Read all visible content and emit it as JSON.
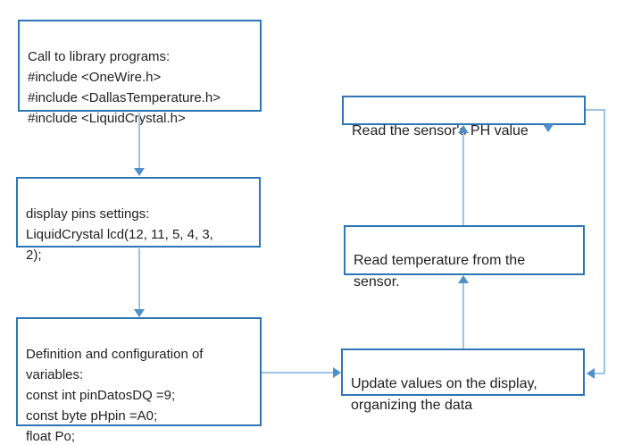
{
  "colors": {
    "box_border": "#2E75B6",
    "connector_line": "#9DC3E6",
    "arrowhead": "#4D8ECB",
    "text": "#1f1f1f",
    "background": "#ffffff"
  },
  "flowchart": {
    "boxes": {
      "library": {
        "text": "Call to library programs:\n#include <OneWire.h>\n#include <DallasTemperature.h>\n#include <LiquidCrystal.h>"
      },
      "pins": {
        "text": "display pins settings:\nLiquidCrystal lcd(12, 11, 5, 4, 3,\n2);"
      },
      "variables": {
        "text": "Definition and configuration of\nvariables:\nconst int pinDatosDQ =9;\nconst byte pHpin =A0;\nfloat Po;"
      },
      "read_ph": {
        "text": "Read the sensor's PH value"
      },
      "read_temperature": {
        "text": "Read temperature from the\nsensor."
      },
      "update_display": {
        "text": "Update values on the display,\norganizing the data"
      }
    },
    "connectors": [
      {
        "from": "library",
        "to": "pins",
        "shape": "straight-down"
      },
      {
        "from": "pins",
        "to": "variables",
        "shape": "straight-down"
      },
      {
        "from": "variables",
        "to": "update_display",
        "shape": "straight-right"
      },
      {
        "from": "update_display",
        "to": "read_temperature",
        "shape": "straight-up"
      },
      {
        "from": "read_temperature",
        "to": "read_ph",
        "shape": "straight-up"
      },
      {
        "from": "read_ph",
        "to": "update_display",
        "shape": "elbow-right-then-down"
      }
    ]
  }
}
